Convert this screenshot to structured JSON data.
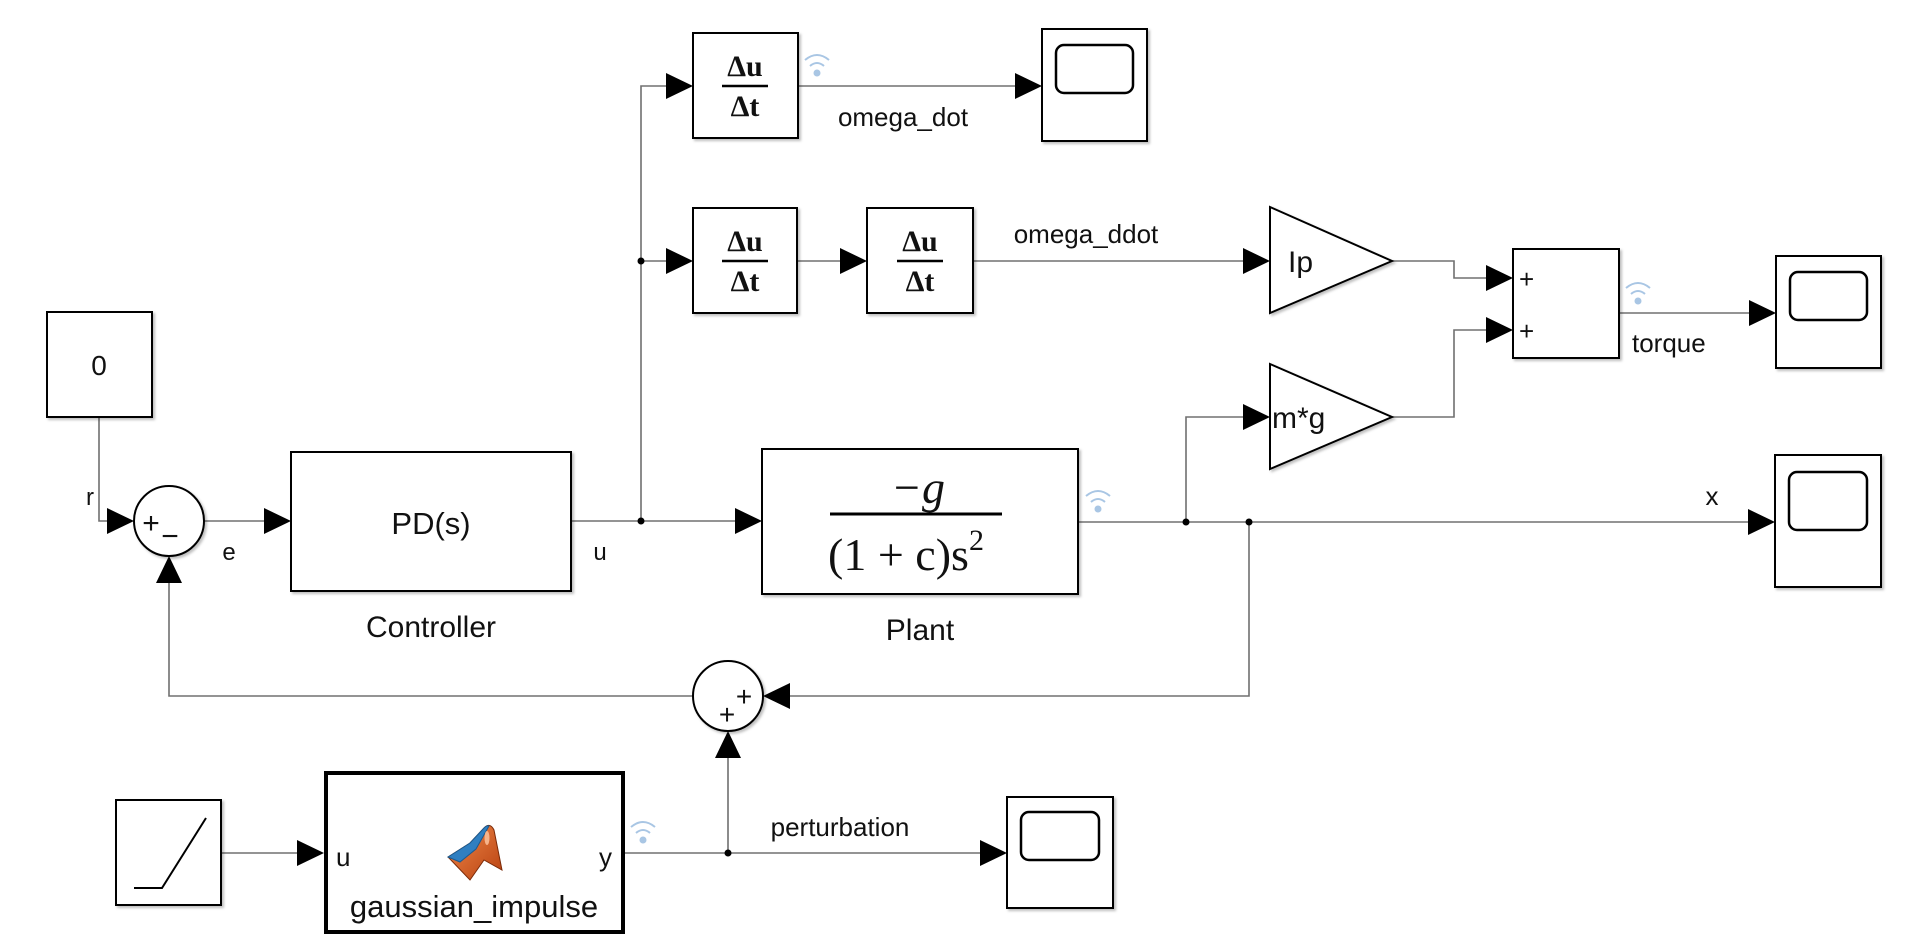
{
  "blocks": {
    "constant": {
      "value": "0"
    },
    "sum_error": {
      "signs": [
        "+",
        "−"
      ]
    },
    "controller": {
      "expr": "PD(s)",
      "name": "Controller"
    },
    "plant": {
      "numerator": "−g",
      "denominator_main": "(1 + c)s",
      "denominator_exp": "2",
      "name": "Plant"
    },
    "derivative": {
      "numerator": "Δu",
      "denominator": "Δt"
    },
    "gain_ip": {
      "label": "Ip"
    },
    "gain_mg": {
      "label": "m*g"
    },
    "sum_torque": {
      "signs": [
        "+",
        "+"
      ]
    },
    "sum_feedback": {
      "signs": [
        "+",
        "+"
      ]
    },
    "gaussian": {
      "name": "gaussian_impulse",
      "in_port": "u",
      "out_port": "y",
      "icon": "matlab-function-icon"
    },
    "ramp": {
      "icon": "ramp-icon"
    },
    "scope": {
      "icon": "scope-icon"
    }
  },
  "signals": {
    "r": "r",
    "e": "e",
    "u": "u",
    "omega_dot": "omega_dot",
    "omega_ddot": "omega_ddot",
    "torque": "torque",
    "x": "x",
    "perturbation": "perturbation"
  },
  "colors": {
    "logger": "#a9c6e4",
    "matlab_orange": "#d9541e",
    "matlab_blue": "#2f7fc1"
  }
}
